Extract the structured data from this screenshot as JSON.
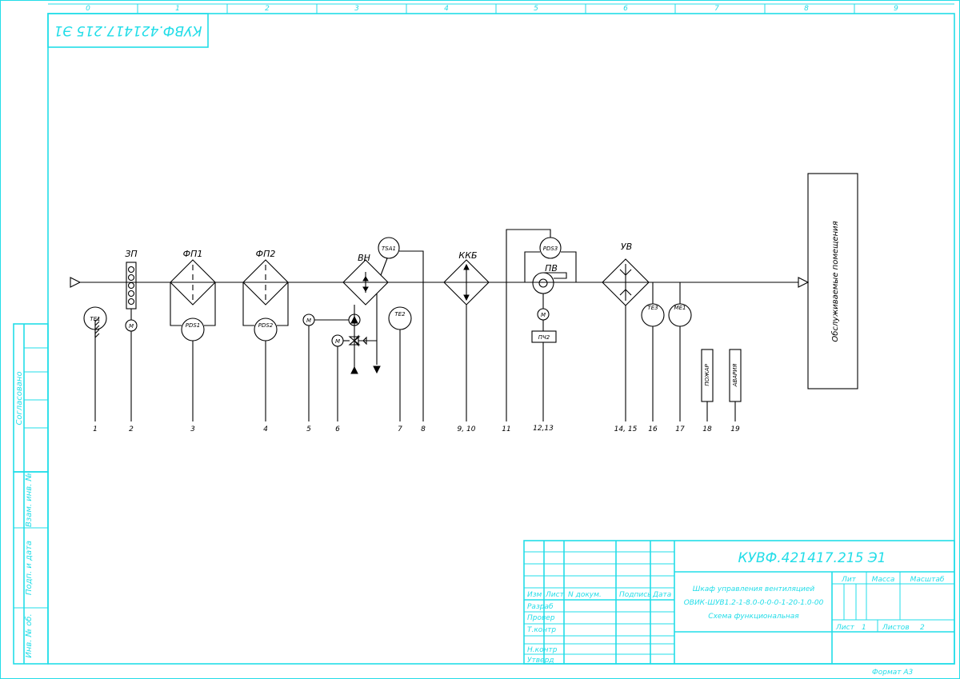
{
  "frame": {
    "zones": [
      "0",
      "1",
      "2",
      "3",
      "4",
      "5",
      "6",
      "7",
      "8",
      "9"
    ],
    "stamp_top": "КУВФ.421417.215 Э1",
    "side_labels": [
      "Согласовано",
      "Взам. инв. №",
      "Подп. и дата",
      "Инв. № об."
    ]
  },
  "diagram": {
    "units": {
      "zp": "ЗП",
      "fp1": "ФП1",
      "fp2": "ФП2",
      "vn": "ВН",
      "kkb": "ККБ",
      "pv": "ПВ",
      "uv": "УВ"
    },
    "sensors": {
      "te1": "TE1",
      "m_zp": "M",
      "pds1": "PDS1",
      "pds2": "PDS2",
      "tsa1": "TSA1",
      "m_pump": "M",
      "m_valve": "M",
      "te2": "TE2",
      "pds3": "PDS3",
      "m_fan": "M",
      "pch2": "ПЧ2",
      "te3": "TE3",
      "me1": "ME1"
    },
    "signals": {
      "fire": "ПОЖАР",
      "alarm": "АВАРИЯ"
    },
    "room": "Обслуживаемые помещения",
    "line_numbers": [
      "1",
      "2",
      "3",
      "4",
      "5",
      "6",
      "7",
      "8",
      "9, 10",
      "11",
      "12,13",
      "14, 15",
      "16",
      "17",
      "18",
      "19"
    ]
  },
  "title_block": {
    "designation": "КУВФ.421417.215 Э1",
    "title_line1": "Шкаф управления вентиляцией",
    "title_line2": "ОВИК-ШУВ1.2-1-8.0-0-0-0-1-20-1.0-00",
    "title_line3": "Схема функциональная",
    "col_headers": {
      "izm": "Изм",
      "list": "Лист",
      "doc": "N докум.",
      "sign": "Подпись",
      "date": "Дата"
    },
    "roles": {
      "razrab": "Разраб",
      "prover": "Провер",
      "tkontr": "Т.контр",
      "nkontr": "Н.контр",
      "utverd": "Утверд"
    },
    "lit": "Лит",
    "massa": "Масса",
    "masshtab": "Масштаб",
    "sheet_label": "Лист",
    "sheet_num": "1",
    "sheets_label": "Листов",
    "sheets_num": "2",
    "format": "Формат А3"
  }
}
